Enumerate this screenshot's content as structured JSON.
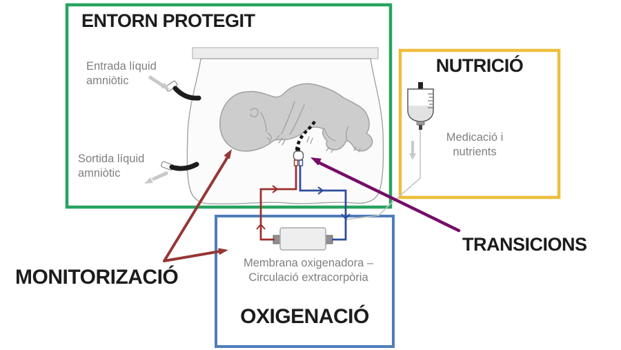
{
  "boxes": {
    "protected_environment": {
      "title": "ENTORN PROTEGIT",
      "border_color": "#27A35F"
    },
    "nutrition": {
      "title": "NUTRICIÓ",
      "caption": "Medicació i nutrients",
      "border_color": "#EDBE3C"
    },
    "oxygenation": {
      "title": "OXIGENACIÓ",
      "caption_line1": "Membrana oxigenadora –",
      "caption_line2": "Circulació extracorpòria",
      "border_color": "#4F7DB8"
    }
  },
  "labels": {
    "amniotic_in": "Entrada líquid amniòtic",
    "amniotic_out": "Sortida líquid amniòtic",
    "monitoring": "MONITORIZACIÓ",
    "transitions": "TRANSICIONS"
  },
  "colors": {
    "monitoring_arrow": "#953735",
    "transition_arrow": "#750E67",
    "oxygenated_blood_line": "#9D2F2F",
    "deoxygenated_blood_line": "#2E4E9B",
    "caption_text": "#7F7F7F"
  }
}
